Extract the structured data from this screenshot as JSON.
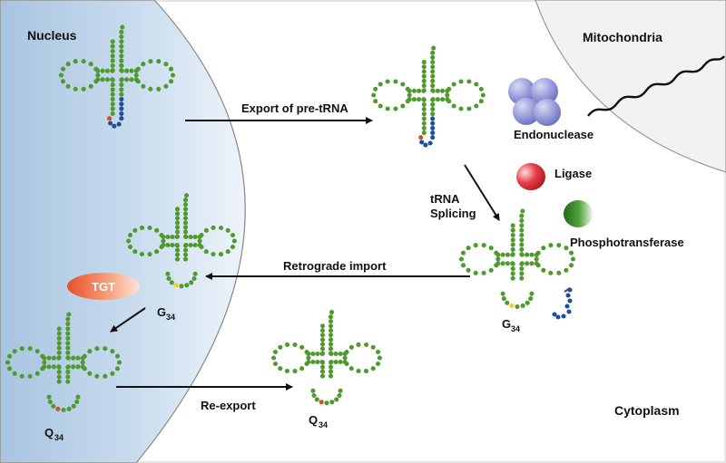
{
  "compartments": {
    "nucleus": "Nucleus",
    "mitochondria": "Mitochondria",
    "cytoplasm": "Cytoplasm"
  },
  "steps": {
    "export": "Export of pre-tRNA",
    "splicing_line1": "tRNA",
    "splicing_line2": "Splicing",
    "retrograde": "Retrograde import",
    "reexport": "Re-export"
  },
  "enzymes": {
    "endonuclease": "Endonuclease",
    "ligase": "Ligase",
    "phosphotransferase": "Phosphotransferase",
    "tgt": "TGT"
  },
  "bases": {
    "g_letter": "G",
    "g_sub": "34",
    "q_letter": "Q",
    "q_sub": "34"
  },
  "colors": {
    "nucleotide": "#4f9a2e",
    "intron": "#1f4f9c",
    "g34": "#f0d020",
    "q34": "#d84d1e",
    "endonuclease": "#8a8fd4",
    "ligase": "#cc1f2a",
    "phosphotransferase": "#2f7d22",
    "tgt": "#ef6a3f",
    "arrow": "#111111"
  },
  "icons": [
    "trna-cloverleaf-icon",
    "endonuclease-icon",
    "ligase-icon",
    "phosphotransferase-icon",
    "tgt-icon",
    "mitochondrial-dna-icon"
  ]
}
